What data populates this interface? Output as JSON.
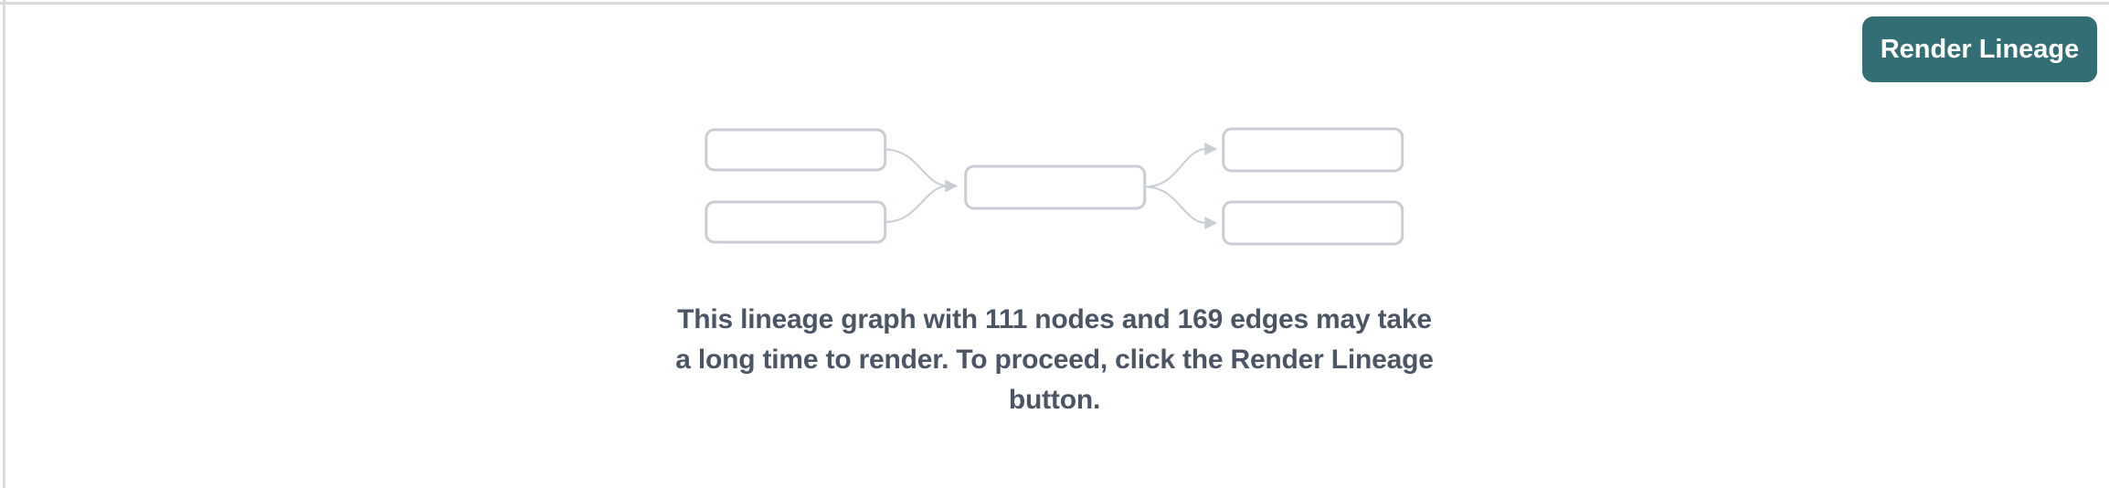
{
  "toolbar": {
    "render_button_label": "Render Lineage"
  },
  "message": {
    "lines": [
      "This lineage graph with 111 nodes and 169 edges may take",
      "a long time to render. To proceed, click the Render Lineage",
      "button."
    ],
    "full_text": "This lineage graph with 111 nodes and 169 edges may take a long time to render. To proceed, click the Render Lineage button.",
    "node_count": 111,
    "edge_count": 169
  },
  "placeholder_diagram": {
    "node_boxes": 5,
    "edges": 4,
    "layout": "2 source nodes -> 1 middle node -> 2 target nodes"
  },
  "colors": {
    "render_button_bg": "#346e75",
    "render_button_text": "#ffffff",
    "diagram_stroke": "#c8cdd5",
    "message_text": "#4b5565",
    "panel_border": "#dadbde",
    "background": "#ffffff"
  }
}
